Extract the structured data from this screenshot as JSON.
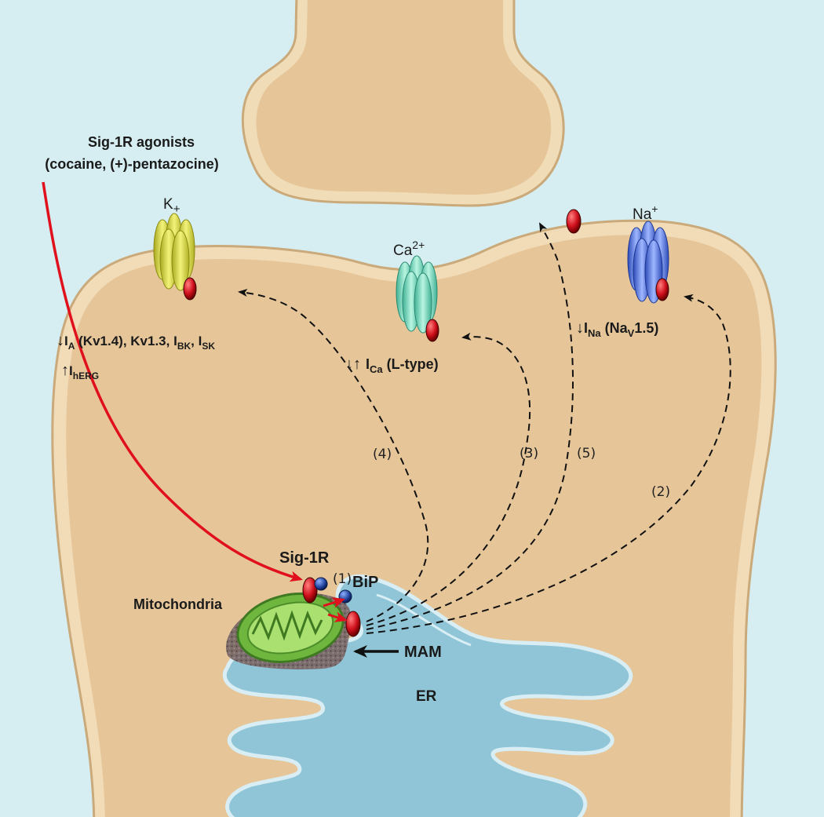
{
  "agonist": {
    "line1": "Sig-1R agonists",
    "line2": "(cocaine, (+)-pentazocine)"
  },
  "ions": {
    "k": {
      "base": "K",
      "sup": "+"
    },
    "ca": {
      "base": "Ca",
      "sup": "2+"
    },
    "na": {
      "base": "Na",
      "sup": "+"
    }
  },
  "currents": {
    "k_line1": {
      "arrow": "↓",
      "i1": "I",
      "s1": "A",
      "t1": " (Kv1.4), Kv1.3, ",
      "i2": "I",
      "s2": "BK",
      "t2": ", ",
      "i3": "I",
      "s3": "SK"
    },
    "k_line2": {
      "arrow": "↑",
      "i": "I",
      "s": "hERG"
    },
    "ca": {
      "arrow": "↓↑",
      "i": "I",
      "s": "Ca",
      "t": " (L-type)"
    },
    "na": {
      "arrow": "↓",
      "i": "I",
      "s": "Na",
      "t1": " (Na",
      "s2": "V",
      "t2": "1.5)"
    }
  },
  "organelles": {
    "sig1r": "Sig-1R",
    "bip": "BiP",
    "mitochondria": "Mitochondria",
    "mam": "MAM",
    "er": "ER"
  },
  "pathways": [
    "(1)",
    "(2)",
    "(3)",
    "(4)",
    "(5)"
  ],
  "colors": {
    "background": "#d6eef1",
    "cell": "#e8c99b",
    "membrane": "#f2dcb8",
    "er": "#8fc5d6",
    "sig1r": "#d0101c",
    "bip": "#1f3f9a",
    "mitochondria": "#7cc24a",
    "k_channel": "#d8d83a",
    "ca_channel": "#7fe0c4",
    "na_channel": "#5b7fe0"
  }
}
